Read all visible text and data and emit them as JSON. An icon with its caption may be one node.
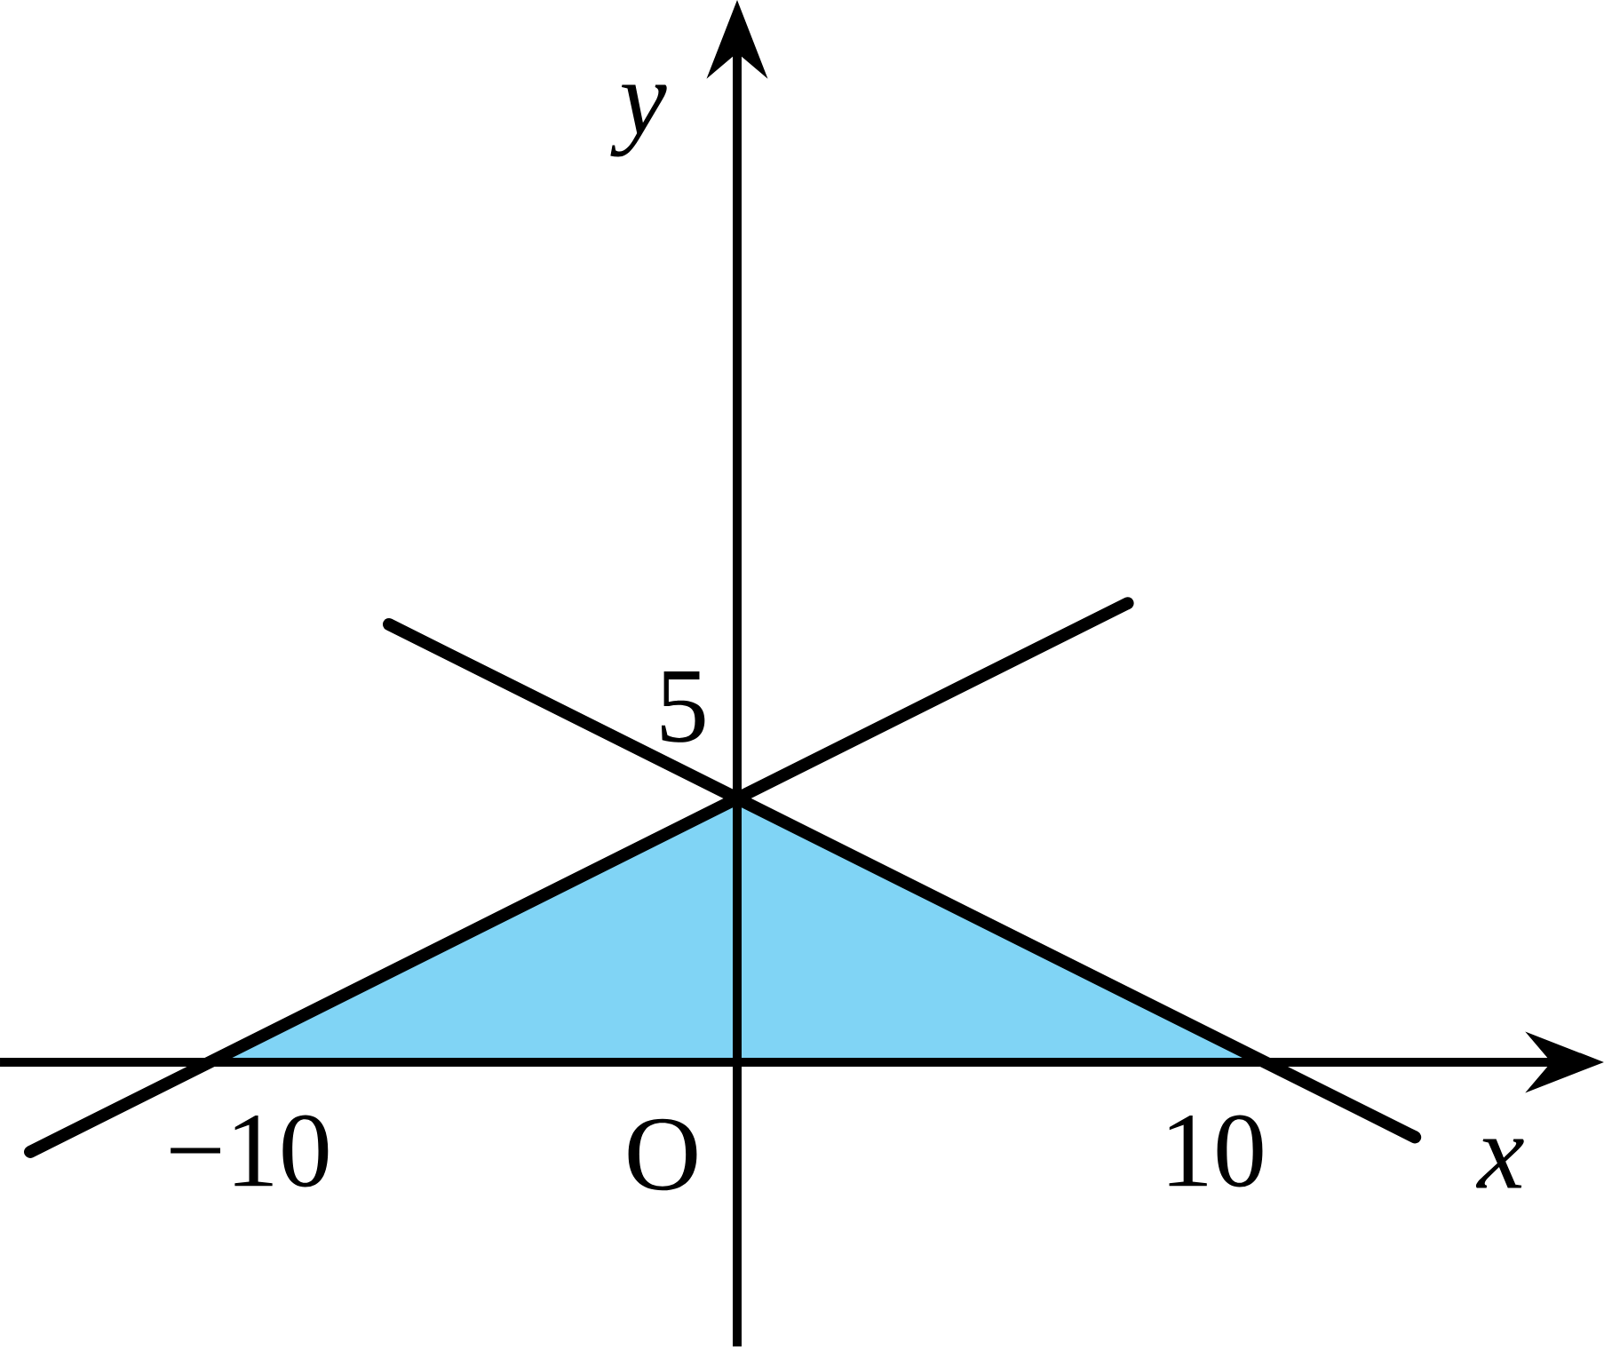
{
  "diagram": {
    "labels": [
      "y",
      "5",
      "O",
      "−10",
      "10",
      "x"
    ]
  }
}
